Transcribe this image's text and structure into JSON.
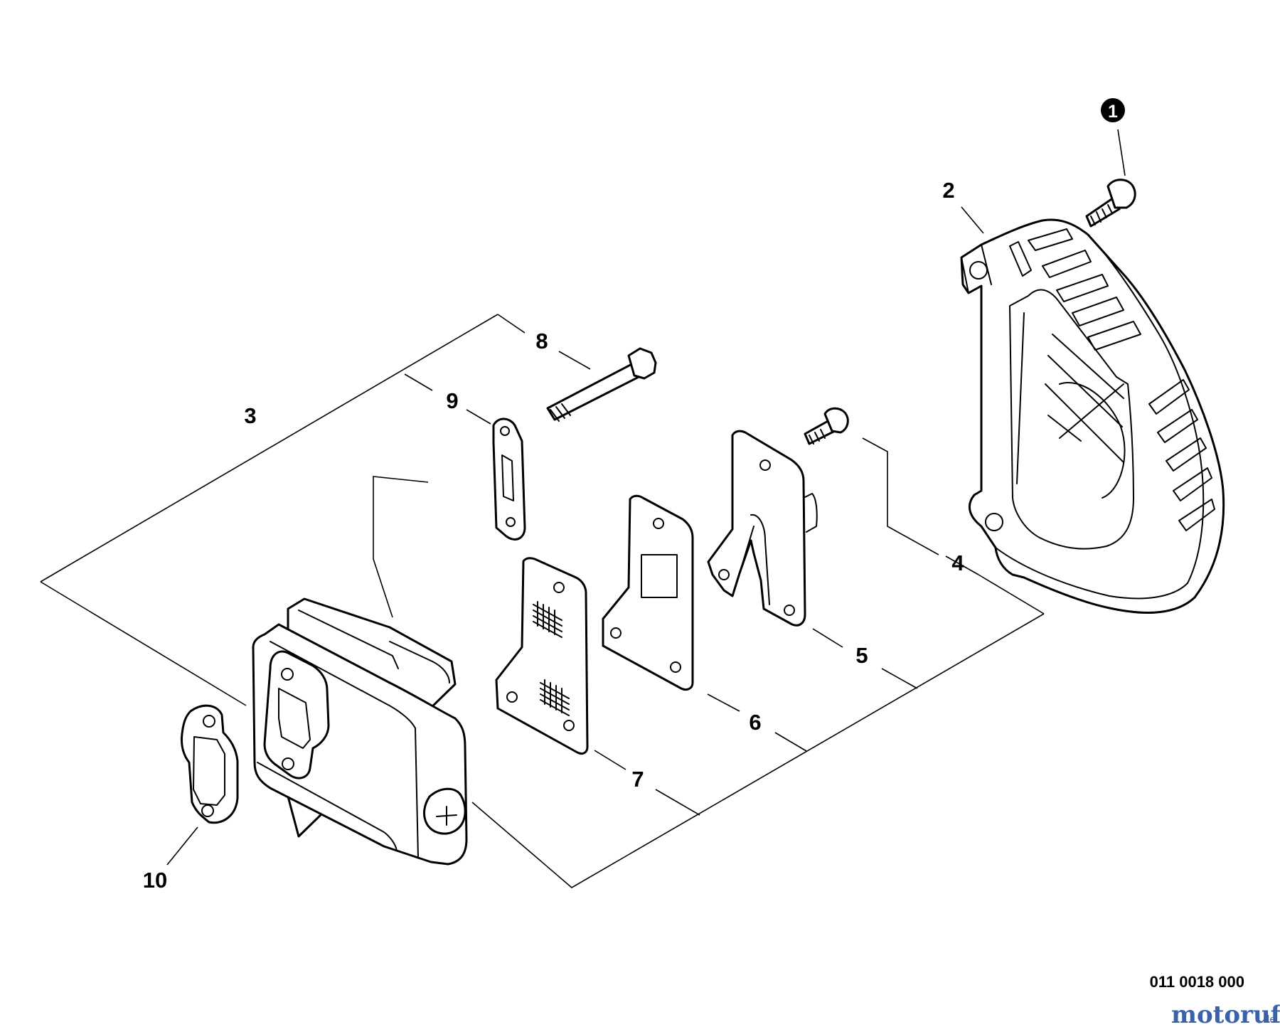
{
  "diagram": {
    "callouts": [
      {
        "id": "1",
        "text": "1",
        "style": "circled"
      },
      {
        "id": "2",
        "text": "2"
      },
      {
        "id": "3",
        "text": "3"
      },
      {
        "id": "4",
        "text": "4"
      },
      {
        "id": "5",
        "text": "5"
      },
      {
        "id": "6",
        "text": "6"
      },
      {
        "id": "7",
        "text": "7"
      },
      {
        "id": "8",
        "text": "8"
      },
      {
        "id": "9",
        "text": "9"
      },
      {
        "id": "10",
        "text": "10"
      }
    ],
    "drawing_number": "011 0018 000",
    "watermark": {
      "main": "motoruf",
      "suffix": ".de"
    }
  }
}
